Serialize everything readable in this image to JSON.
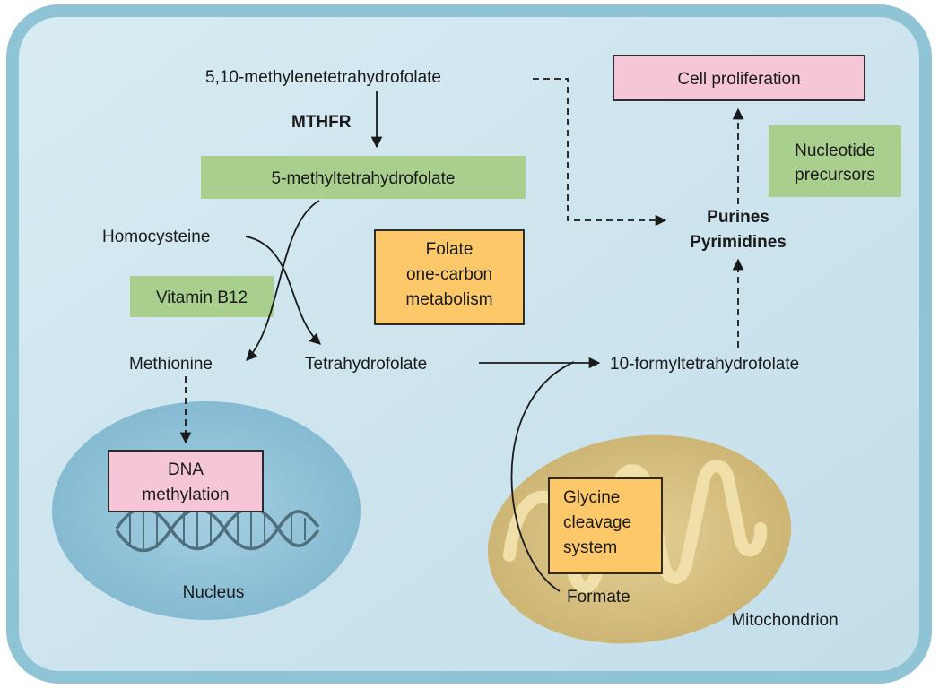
{
  "diagram": {
    "nodes": {
      "methylene_thf": "5,10-methylenetetrahydrofolate",
      "mthfr": "MTHFR",
      "methyl_thf": "5-methyltetrahydrofolate",
      "homocysteine": "Homocysteine",
      "vitamin_b12": "Vitamin B12",
      "methionine": "Methionine",
      "thf": "Tetrahydrofolate",
      "formyl_thf": "10-formyltetrahydrofolate",
      "folate_title": [
        "Folate",
        "one-carbon",
        "metabolism"
      ],
      "cell_proliferation": "Cell proliferation",
      "nucleotide_precursors": [
        "Nucleotide",
        "precursors"
      ],
      "purines": "Purines",
      "pyrimidines": "Pyrimidines",
      "dna_methylation": [
        "DNA",
        "methylation"
      ],
      "nucleus": "Nucleus",
      "glycine_cleavage": [
        "Glycine",
        "cleavage",
        "system"
      ],
      "formate": "Formate",
      "mitochondrion": "Mitochondrion"
    },
    "colors": {
      "cell_fill": "#cfe6ef",
      "cell_border": "#8fc4d6",
      "nucleus": "#8fc3d8",
      "mitochondrion": "#d6c08a",
      "green_box": "#a9cf8e",
      "pink_box": "#f4c6d8",
      "orange_box": "#fcc86a"
    }
  }
}
